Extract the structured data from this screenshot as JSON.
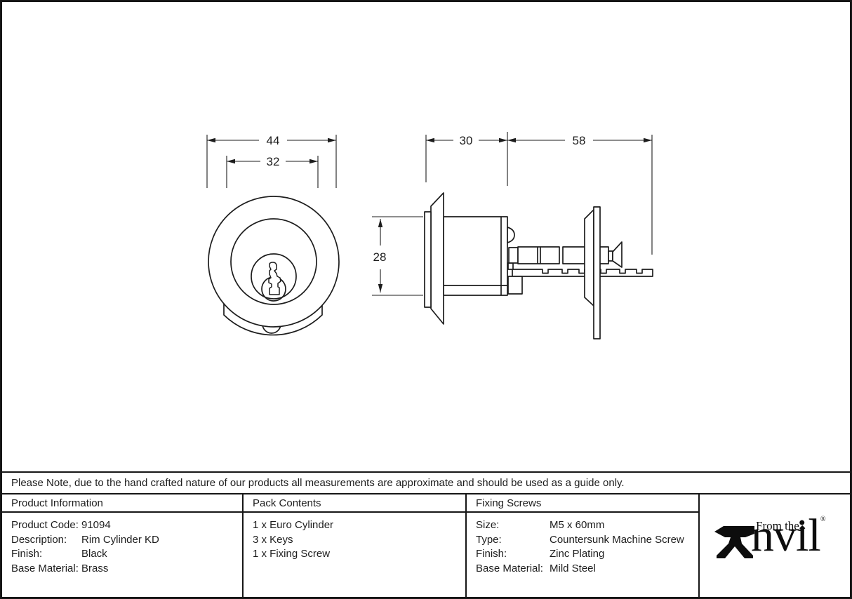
{
  "drawing": {
    "front_view": {
      "dim_outer_diameter": "44",
      "dim_inner_diameter": "32"
    },
    "side_view": {
      "dim_body_length": "30",
      "dim_tail_length": "58",
      "dim_body_height": "28"
    }
  },
  "note": {
    "text": "Please Note, due to the hand crafted nature of our products all measurements are approximate and should be used as a guide only."
  },
  "table": {
    "product_information": {
      "header": "Product Information",
      "rows": [
        {
          "label": "Product Code:",
          "value": "91094"
        },
        {
          "label": "Description:",
          "value": "Rim Cylinder KD"
        },
        {
          "label": "Finish:",
          "value": "Black"
        },
        {
          "label": "Base Material:",
          "value": "Brass"
        }
      ]
    },
    "pack_contents": {
      "header": "Pack Contents",
      "items": [
        "1 x Euro Cylinder",
        "3 x Keys",
        "1 x Fixing Screw"
      ]
    },
    "fixing_screws": {
      "header": "Fixing Screws",
      "rows": [
        {
          "label": "Size:",
          "value": "M5 x 60mm"
        },
        {
          "label": "Type:",
          "value": "Countersunk Machine Screw"
        },
        {
          "label": "Finish:",
          "value": "Zinc Plating"
        },
        {
          "label": "Base Material:",
          "value": "Mild Steel"
        }
      ]
    }
  },
  "logo": {
    "prefix": "From the",
    "name_rest": "nvil",
    "diamond": "◆",
    "registered": "®",
    "anvil_icon": "anvil-icon"
  },
  "colors": {
    "line": "#1d1d1d",
    "background": "#ffffff"
  }
}
